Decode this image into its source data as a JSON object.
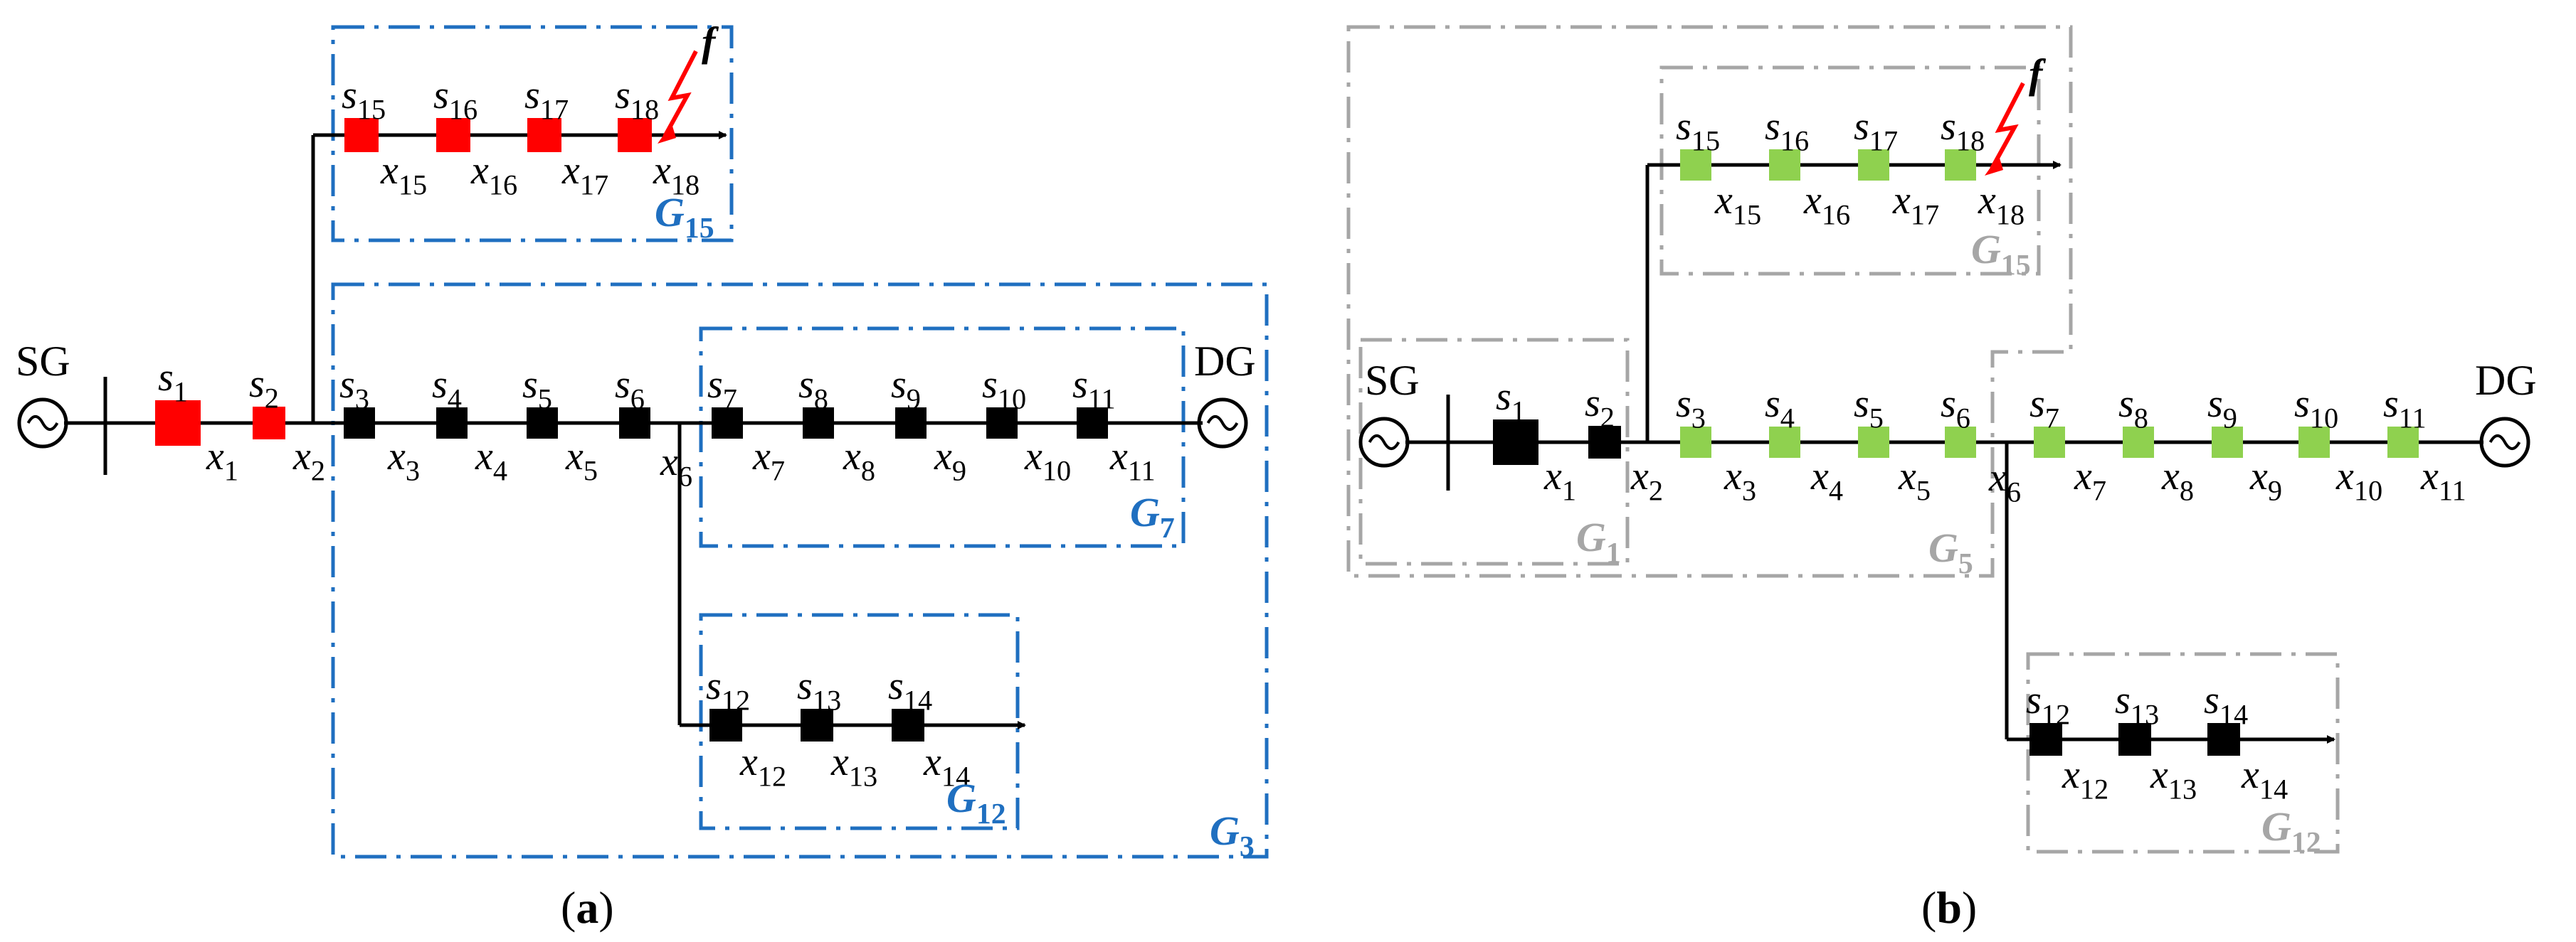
{
  "colors": {
    "blue_box": "#1f6fc0",
    "gray_box": "#a6a6a6",
    "faulted_switch": "#ff0000",
    "restored_switch": "#8fd14f",
    "normal_switch": "#000000",
    "fault_arrow": "#ff0000"
  },
  "panel_a": {
    "caption_open": "(",
    "caption_letter": "a",
    "caption_close": ")",
    "source_left": "SG",
    "source_right": "DG",
    "fault_label": "f",
    "groups": [
      {
        "letter": "G",
        "number": "15"
      },
      {
        "letter": "G",
        "number": "7"
      },
      {
        "letter": "G",
        "number": "12"
      },
      {
        "letter": "G",
        "number": "3"
      }
    ],
    "switches": [
      {
        "letter": "s",
        "number": "1",
        "state": "faulted"
      },
      {
        "letter": "s",
        "number": "2",
        "state": "faulted"
      },
      {
        "letter": "s",
        "number": "3",
        "state": "normal"
      },
      {
        "letter": "s",
        "number": "4",
        "state": "normal"
      },
      {
        "letter": "s",
        "number": "5",
        "state": "normal"
      },
      {
        "letter": "s",
        "number": "6",
        "state": "normal"
      },
      {
        "letter": "s",
        "number": "7",
        "state": "normal"
      },
      {
        "letter": "s",
        "number": "8",
        "state": "normal"
      },
      {
        "letter": "s",
        "number": "9",
        "state": "normal"
      },
      {
        "letter": "s",
        "number": "10",
        "state": "normal"
      },
      {
        "letter": "s",
        "number": "11",
        "state": "normal"
      },
      {
        "letter": "s",
        "number": "12",
        "state": "normal"
      },
      {
        "letter": "s",
        "number": "13",
        "state": "normal"
      },
      {
        "letter": "s",
        "number": "14",
        "state": "normal"
      },
      {
        "letter": "s",
        "number": "15",
        "state": "faulted"
      },
      {
        "letter": "s",
        "number": "16",
        "state": "faulted"
      },
      {
        "letter": "s",
        "number": "17",
        "state": "faulted"
      },
      {
        "letter": "s",
        "number": "18",
        "state": "faulted"
      }
    ],
    "sections": [
      {
        "letter": "x",
        "number": "1"
      },
      {
        "letter": "x",
        "number": "2"
      },
      {
        "letter": "x",
        "number": "3"
      },
      {
        "letter": "x",
        "number": "4"
      },
      {
        "letter": "x",
        "number": "5"
      },
      {
        "letter": "x",
        "number": "6"
      },
      {
        "letter": "x",
        "number": "7"
      },
      {
        "letter": "x",
        "number": "8"
      },
      {
        "letter": "x",
        "number": "9"
      },
      {
        "letter": "x",
        "number": "10"
      },
      {
        "letter": "x",
        "number": "11"
      },
      {
        "letter": "x",
        "number": "12"
      },
      {
        "letter": "x",
        "number": "13"
      },
      {
        "letter": "x",
        "number": "14"
      },
      {
        "letter": "x",
        "number": "15"
      },
      {
        "letter": "x",
        "number": "16"
      },
      {
        "letter": "x",
        "number": "17"
      },
      {
        "letter": "x",
        "number": "18"
      }
    ]
  },
  "panel_b": {
    "caption_open": "(",
    "caption_letter": "b",
    "caption_close": ")",
    "source_left": "SG",
    "source_right": "DG",
    "fault_label": "f",
    "groups": [
      {
        "letter": "G",
        "number": "1"
      },
      {
        "letter": "G",
        "number": "5"
      },
      {
        "letter": "G",
        "number": "15"
      },
      {
        "letter": "G",
        "number": "12"
      }
    ],
    "switches": [
      {
        "letter": "s",
        "number": "1",
        "state": "normal"
      },
      {
        "letter": "s",
        "number": "2",
        "state": "normal"
      },
      {
        "letter": "s",
        "number": "3",
        "state": "restored"
      },
      {
        "letter": "s",
        "number": "4",
        "state": "restored"
      },
      {
        "letter": "s",
        "number": "5",
        "state": "restored"
      },
      {
        "letter": "s",
        "number": "6",
        "state": "restored"
      },
      {
        "letter": "s",
        "number": "7",
        "state": "restored"
      },
      {
        "letter": "s",
        "number": "8",
        "state": "restored"
      },
      {
        "letter": "s",
        "number": "9",
        "state": "restored"
      },
      {
        "letter": "s",
        "number": "10",
        "state": "restored"
      },
      {
        "letter": "s",
        "number": "11",
        "state": "restored"
      },
      {
        "letter": "s",
        "number": "12",
        "state": "normal"
      },
      {
        "letter": "s",
        "number": "13",
        "state": "normal"
      },
      {
        "letter": "s",
        "number": "14",
        "state": "normal"
      },
      {
        "letter": "s",
        "number": "15",
        "state": "restored"
      },
      {
        "letter": "s",
        "number": "16",
        "state": "restored"
      },
      {
        "letter": "s",
        "number": "17",
        "state": "restored"
      },
      {
        "letter": "s",
        "number": "18",
        "state": "restored"
      }
    ],
    "sections": [
      {
        "letter": "x",
        "number": "1"
      },
      {
        "letter": "x",
        "number": "2"
      },
      {
        "letter": "x",
        "number": "3"
      },
      {
        "letter": "x",
        "number": "4"
      },
      {
        "letter": "x",
        "number": "5"
      },
      {
        "letter": "x",
        "number": "6"
      },
      {
        "letter": "x",
        "number": "7"
      },
      {
        "letter": "x",
        "number": "8"
      },
      {
        "letter": "x",
        "number": "9"
      },
      {
        "letter": "x",
        "number": "10"
      },
      {
        "letter": "x",
        "number": "11"
      },
      {
        "letter": "x",
        "number": "12"
      },
      {
        "letter": "x",
        "number": "13"
      },
      {
        "letter": "x",
        "number": "14"
      },
      {
        "letter": "x",
        "number": "15"
      },
      {
        "letter": "x",
        "number": "16"
      },
      {
        "letter": "x",
        "number": "17"
      },
      {
        "letter": "x",
        "number": "18"
      }
    ]
  }
}
